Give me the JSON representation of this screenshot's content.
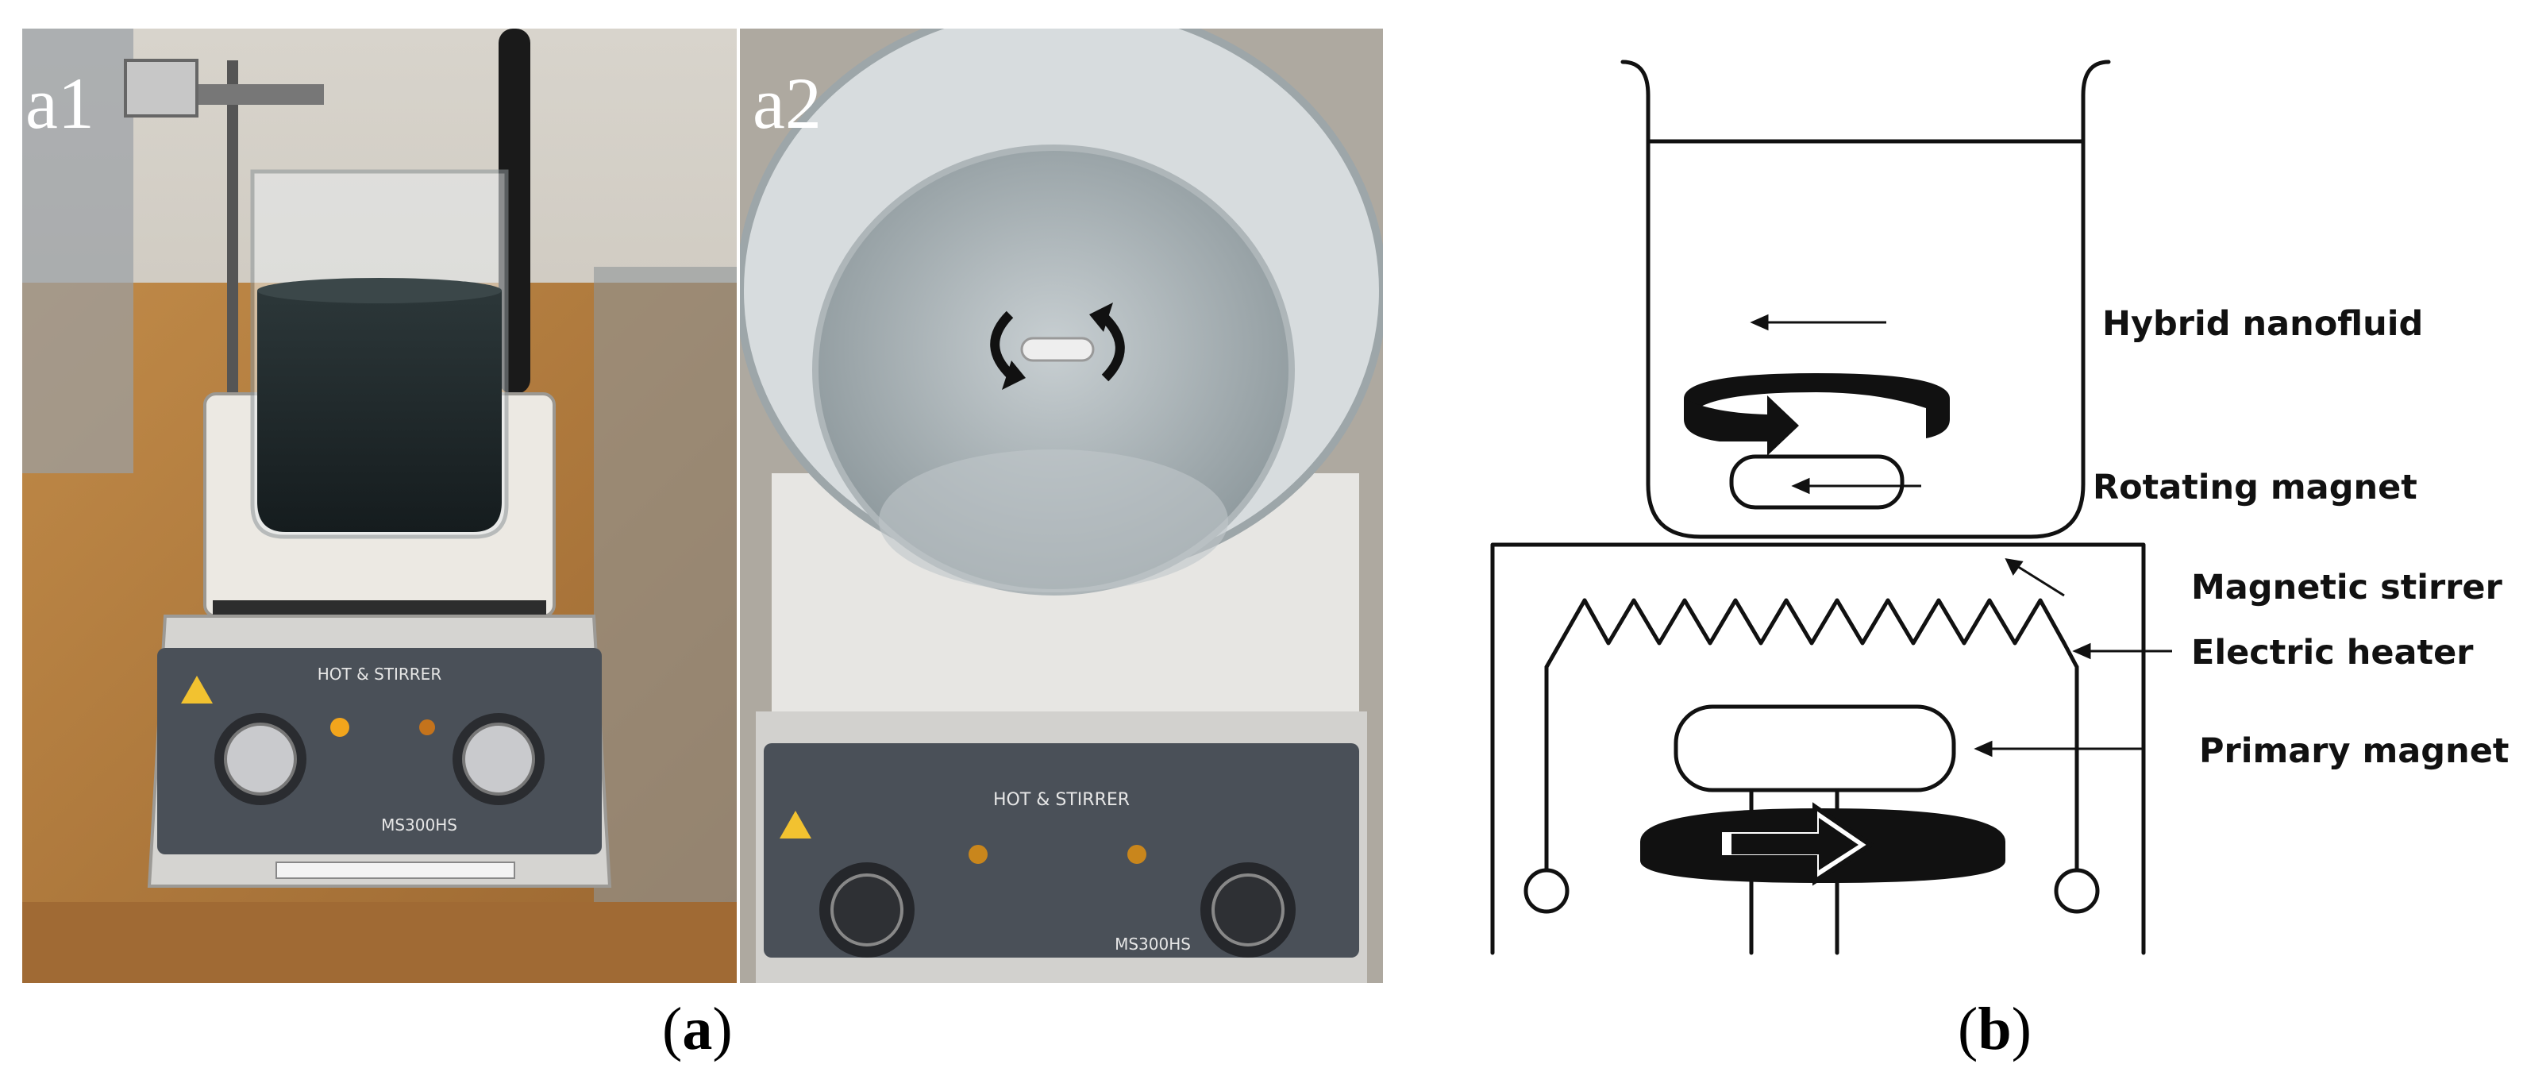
{
  "panels": {
    "a1": {
      "tag": "a1"
    },
    "a2": {
      "tag": "a2"
    }
  },
  "captions": {
    "a": {
      "open": "(",
      "letter": "a",
      "close": ")"
    },
    "b": {
      "open": "(",
      "letter": "b",
      "close": ")"
    }
  },
  "device_text": {
    "brand_title": "HOT & STIRRER",
    "model": "MS300HS"
  },
  "schematic_labels": {
    "hybrid_nanofluid": "Hybrid nanofluid",
    "rotating_magnet": "Rotating magnet",
    "magnetic_stirrer": "Magnetic stirrer",
    "electric_heater": "Electric heater",
    "primary_magnet": "Primary magnet"
  },
  "colors": {
    "dark_fluid": "#1f2a2c",
    "clear_water": "#cfd6d8",
    "plate_white": "#ece9e3",
    "panel_grey": "#4a5058",
    "stirrer_body": "#d5d4d1",
    "bench_wood": "#b07a3c",
    "indicator_amber": "#f2a51c",
    "line": "#111111"
  }
}
